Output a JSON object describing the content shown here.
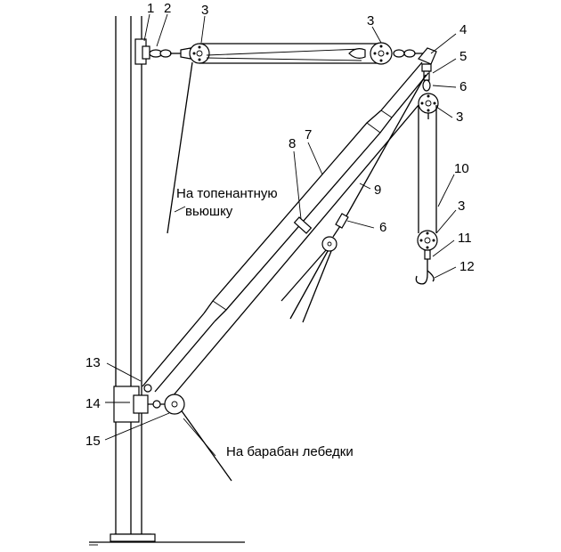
{
  "callouts": {
    "n1": "1",
    "n2": "2",
    "n3a": "3",
    "n3b": "3",
    "n3c": "3",
    "n3d": "3",
    "n4": "4",
    "n5": "5",
    "n6a": "6",
    "n6b": "6",
    "n7": "7",
    "n8": "8",
    "n9": "9",
    "n10": "10",
    "n11": "11",
    "n12": "12",
    "n13": "13",
    "n14": "14",
    "n15": "15"
  },
  "captions": {
    "topping_line": [
      "На топенантную",
      "вьюшку"
    ],
    "winch": "На барабан лебедки"
  }
}
